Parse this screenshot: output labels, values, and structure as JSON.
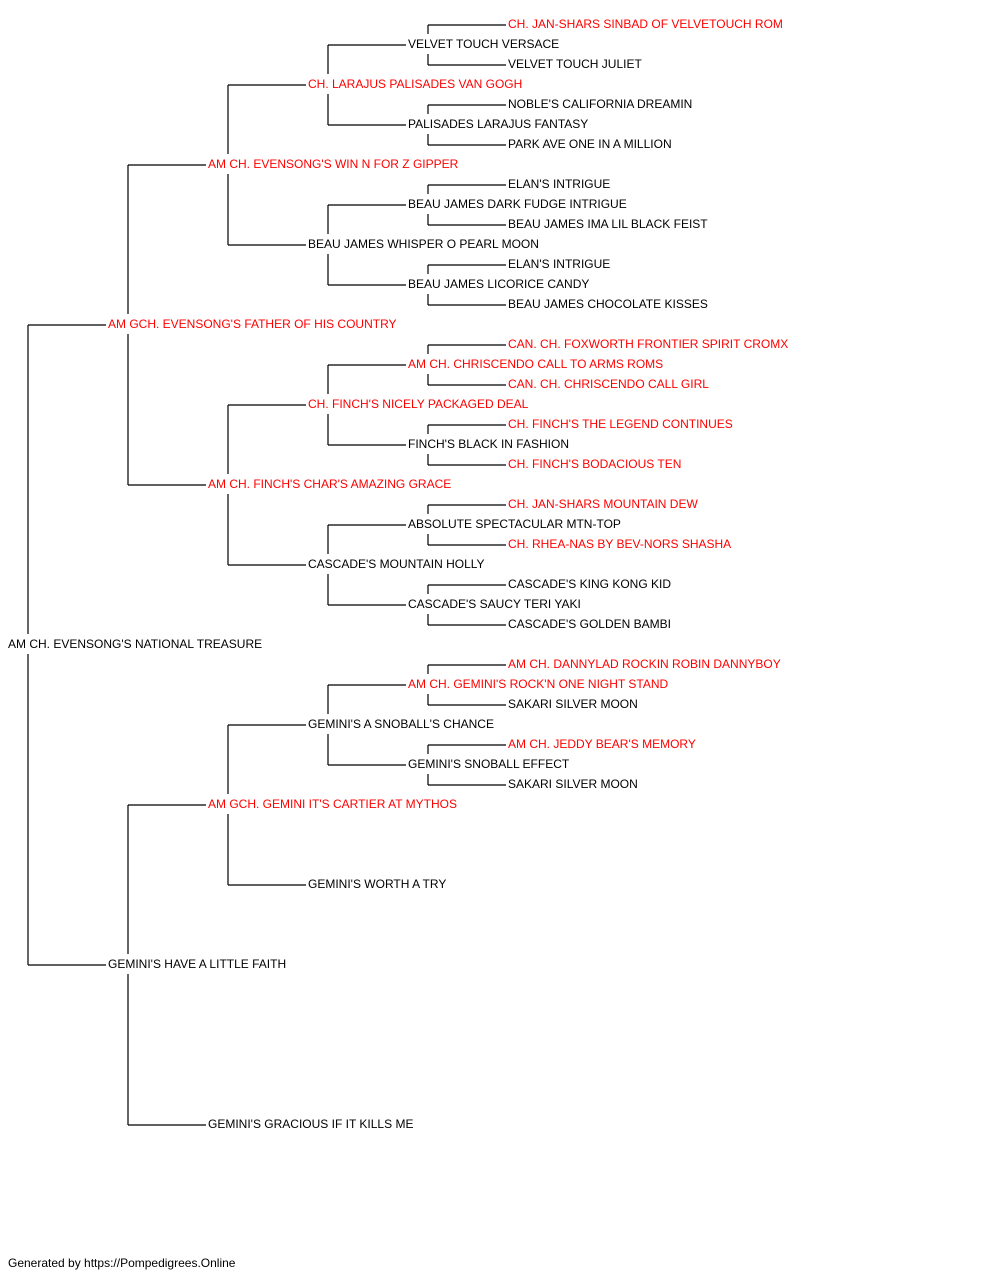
{
  "colors": {
    "champion": "#ff0000",
    "normal": "#000000",
    "line": "#000000"
  },
  "footer": "Generated by https://Pompedigrees.Online",
  "pedigree": [
    {
      "name": "AM CH. EVENSONG'S NATIONAL TREASURE",
      "champion": false,
      "gen": 0,
      "pos": 32
    },
    {
      "name": "AM GCH. EVENSONG'S FATHER OF HIS COUNTRY",
      "champion": true,
      "gen": 1,
      "pos": 16
    },
    {
      "name": "AM CH. EVENSONG'S WIN N FOR Z GIPPER",
      "champion": true,
      "gen": 2,
      "pos": 8
    },
    {
      "name": "CH. LARAJUS PALISADES VAN GOGH",
      "champion": true,
      "gen": 3,
      "pos": 4
    },
    {
      "name": "VELVET TOUCH VERSACE",
      "champion": false,
      "gen": 4,
      "pos": 2
    },
    {
      "name": "CH. JAN-SHARS SINBAD OF VELVETOUCH ROM",
      "champion": true,
      "gen": 5,
      "pos": 1
    },
    {
      "name": "VELVET TOUCH JULIET",
      "champion": false,
      "gen": 5,
      "pos": 3
    },
    {
      "name": "PALISADES LARAJUS FANTASY",
      "champion": false,
      "gen": 4,
      "pos": 6
    },
    {
      "name": "NOBLE'S CALIFORNIA DREAMIN",
      "champion": false,
      "gen": 5,
      "pos": 5
    },
    {
      "name": "PARK AVE ONE IN A MILLION",
      "champion": false,
      "gen": 5,
      "pos": 7
    },
    {
      "name": "BEAU JAMES WHISPER O PEARL MOON",
      "champion": false,
      "gen": 3,
      "pos": 12
    },
    {
      "name": "BEAU JAMES DARK FUDGE INTRIGUE",
      "champion": false,
      "gen": 4,
      "pos": 10
    },
    {
      "name": "ELAN'S INTRIGUE",
      "champion": false,
      "gen": 5,
      "pos": 9
    },
    {
      "name": "BEAU JAMES IMA LIL BLACK FEIST",
      "champion": false,
      "gen": 5,
      "pos": 11
    },
    {
      "name": "BEAU JAMES LICORICE CANDY",
      "champion": false,
      "gen": 4,
      "pos": 14
    },
    {
      "name": "ELAN'S INTRIGUE",
      "champion": false,
      "gen": 5,
      "pos": 13
    },
    {
      "name": "BEAU JAMES CHOCOLATE KISSES",
      "champion": false,
      "gen": 5,
      "pos": 15
    },
    {
      "name": "AM CH. FINCH'S CHAR'S AMAZING GRACE",
      "champion": true,
      "gen": 2,
      "pos": 24
    },
    {
      "name": "CH. FINCH'S NICELY PACKAGED DEAL",
      "champion": true,
      "gen": 3,
      "pos": 20
    },
    {
      "name": "AM CH. CHRISCENDO CALL TO ARMS ROMS",
      "champion": true,
      "gen": 4,
      "pos": 18
    },
    {
      "name": "CAN. CH. FOXWORTH FRONTIER SPIRIT CROMX",
      "champion": true,
      "gen": 5,
      "pos": 17
    },
    {
      "name": "CAN. CH. CHRISCENDO CALL GIRL",
      "champion": true,
      "gen": 5,
      "pos": 19
    },
    {
      "name": "FINCH'S BLACK IN FASHION",
      "champion": false,
      "gen": 4,
      "pos": 22
    },
    {
      "name": "CH. FINCH'S THE LEGEND CONTINUES",
      "champion": true,
      "gen": 5,
      "pos": 21
    },
    {
      "name": "CH. FINCH'S BODACIOUS TEN",
      "champion": true,
      "gen": 5,
      "pos": 23
    },
    {
      "name": "CASCADE'S MOUNTAIN HOLLY",
      "champion": false,
      "gen": 3,
      "pos": 28
    },
    {
      "name": "ABSOLUTE SPECTACULAR MTN-TOP",
      "champion": false,
      "gen": 4,
      "pos": 26
    },
    {
      "name": "CH. JAN-SHARS MOUNTAIN DEW",
      "champion": true,
      "gen": 5,
      "pos": 25
    },
    {
      "name": "CH. RHEA-NAS BY BEV-NORS SHASHA",
      "champion": true,
      "gen": 5,
      "pos": 27
    },
    {
      "name": "CASCADE'S SAUCY TERI YAKI",
      "champion": false,
      "gen": 4,
      "pos": 30
    },
    {
      "name": "CASCADE'S KING KONG KID",
      "champion": false,
      "gen": 5,
      "pos": 29
    },
    {
      "name": "CASCADE'S GOLDEN BAMBI",
      "champion": false,
      "gen": 5,
      "pos": 31
    },
    {
      "name": "GEMINI'S HAVE A LITTLE FAITH",
      "champion": false,
      "gen": 1,
      "pos": 48
    },
    {
      "name": "AM GCH. GEMINI IT'S CARTIER AT MYTHOS",
      "champion": true,
      "gen": 2,
      "pos": 40
    },
    {
      "name": "GEMINI'S A SNOBALL'S CHANCE",
      "champion": false,
      "gen": 3,
      "pos": 36
    },
    {
      "name": "AM CH. GEMINI'S ROCK'N ONE NIGHT STAND",
      "champion": true,
      "gen": 4,
      "pos": 34
    },
    {
      "name": "AM CH. DANNYLAD ROCKIN ROBIN DANNYBOY",
      "champion": true,
      "gen": 5,
      "pos": 33
    },
    {
      "name": "SAKARI SILVER MOON",
      "champion": false,
      "gen": 5,
      "pos": 35
    },
    {
      "name": "GEMINI'S SNOBALL EFFECT",
      "champion": false,
      "gen": 4,
      "pos": 38
    },
    {
      "name": "AM CH. JEDDY BEAR'S MEMORY",
      "champion": true,
      "gen": 5,
      "pos": 37
    },
    {
      "name": "SAKARI SILVER MOON",
      "champion": false,
      "gen": 5,
      "pos": 39
    },
    {
      "name": "GEMINI'S WORTH A TRY",
      "champion": false,
      "gen": 3,
      "pos": 44
    },
    {
      "name": "GEMINI'S GRACIOUS IF IT KILLS ME",
      "champion": false,
      "gen": 2,
      "pos": 56
    }
  ]
}
